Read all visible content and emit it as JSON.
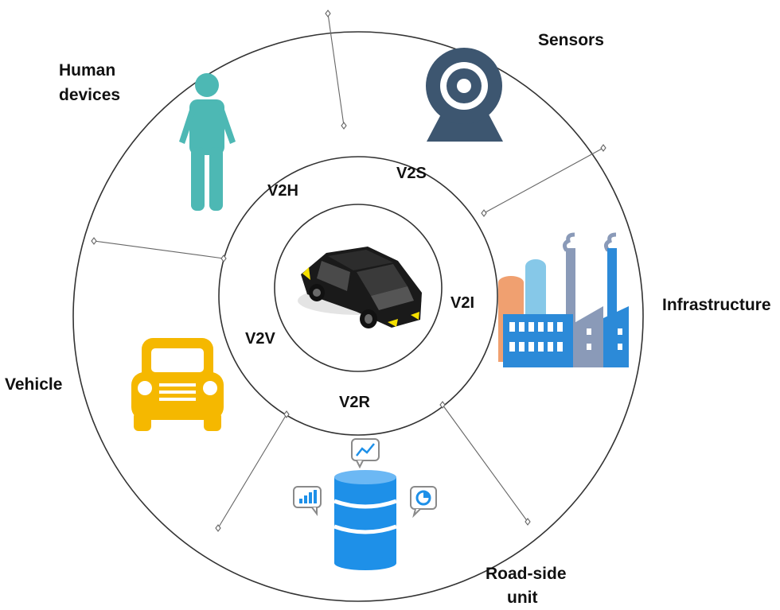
{
  "outer_labels": {
    "human_devices_line1": "Human",
    "human_devices_line2": "devices",
    "sensors": "Sensors",
    "infrastructure": "Infrastructure",
    "vehicle": "Vehicle",
    "road_side_unit_line1": "Road-side",
    "road_side_unit_line2": "unit"
  },
  "inner_labels": {
    "v2h": "V2H",
    "v2s": "V2S",
    "v2i": "V2I",
    "v2v": "V2V",
    "v2r": "V2R"
  },
  "colors": {
    "human": "#4db8b4",
    "sensor": "#3d5670",
    "vehicle_icon": "#f5b800",
    "database": "#1e90e8",
    "car": "#1a1a1a",
    "factory_orange": "#f0a070",
    "factory_light_blue": "#86c8e8",
    "factory_blue": "#2c8ad8",
    "factory_grey": "#8a9ab8"
  },
  "icons": [
    "person-icon",
    "webcam-icon",
    "factory-icon",
    "taxi-icon",
    "database-icon",
    "black-car-icon",
    "line-chart-bubble-icon",
    "bar-chart-bubble-icon",
    "pie-chart-bubble-icon"
  ]
}
